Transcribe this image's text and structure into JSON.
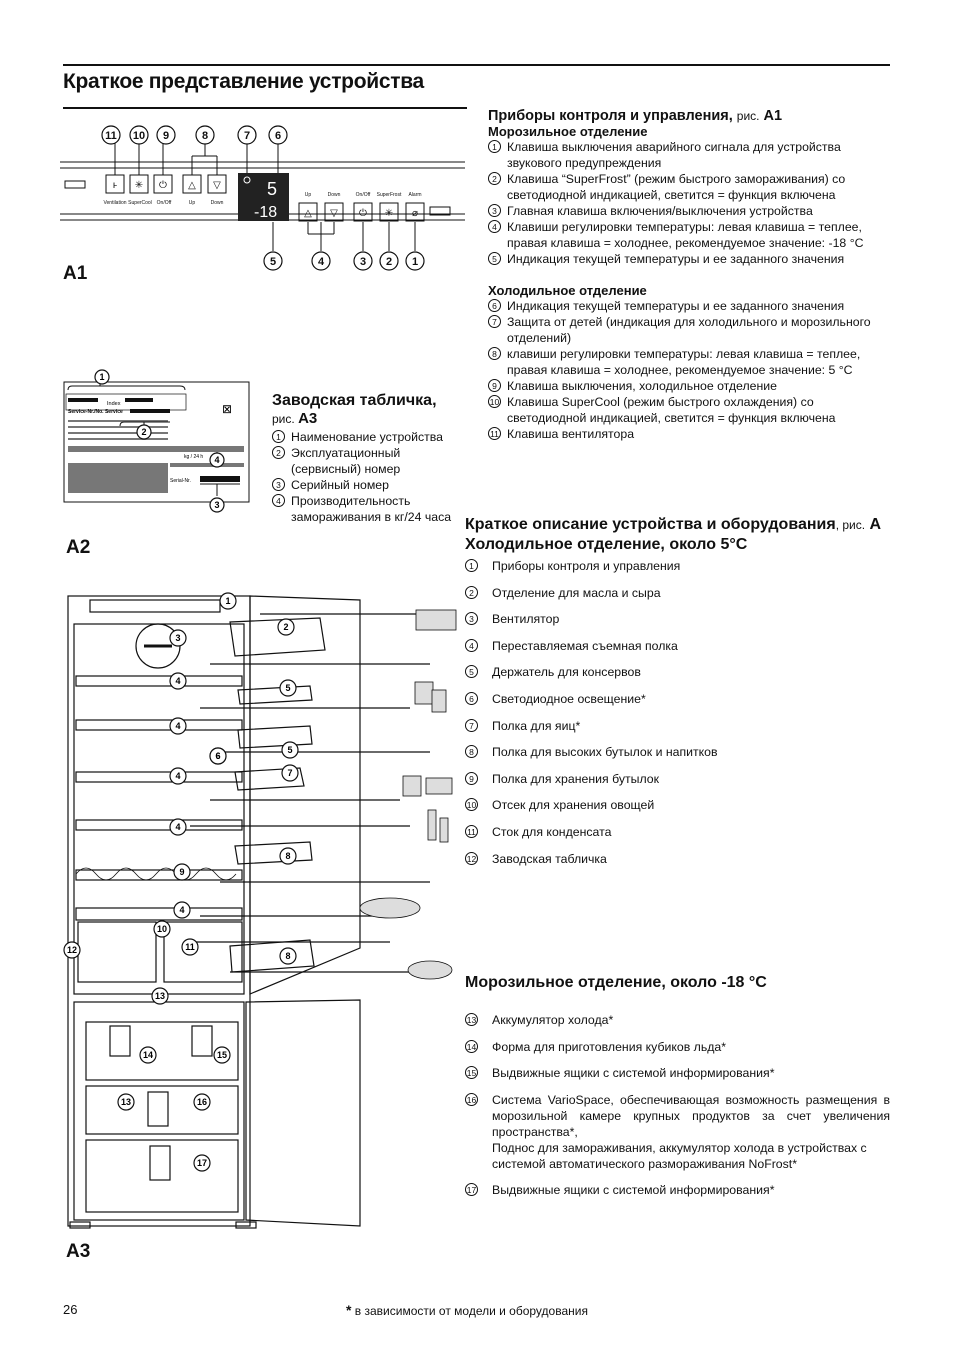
{
  "page": {
    "title": "Краткое представление устройства",
    "number": "26",
    "footnote_star": "*",
    "footnote_text": "в зависимости от модели и оборудования"
  },
  "a1": {
    "label": "A1",
    "top_numbers": [
      "11",
      "10",
      "9",
      "8",
      "7",
      "6"
    ],
    "bottom_numbers": [
      "5",
      "4",
      "3",
      "2",
      "1"
    ],
    "button_labels_left": [
      "Ventilation",
      "SuperCool",
      "On/Off",
      "Up",
      "Down"
    ],
    "button_labels_right": [
      "Up",
      "Down",
      "On/Off",
      "SuperFrost",
      "Alarm"
    ],
    "display_fridge": "5",
    "display_freezer": "-18",
    "heading": "Приборы контроля и управления,",
    "heading_small": "рис.",
    "heading_ref": "A1",
    "freezer_title": "Морозильное отделение",
    "freezer_items": [
      {
        "n": "1",
        "text": "Клавиша выключения аварийного сигнала для устройства звукового предупреждения"
      },
      {
        "n": "2",
        "text": "Клавиша “SuperFrost” (режим быстрого замораживания) со светодиодной индикацией, светится = функция включена"
      },
      {
        "n": "3",
        "text": "Главная клавиша включения/выключения устройства"
      },
      {
        "n": "4",
        "text": "Клавиши регулировки температуры: левая клавиша = теплее, правая клавиша = холоднее, рекомендуемое значение: -18 °C"
      },
      {
        "n": "5",
        "text": "Индикация текущей температуры и ее заданного значения"
      }
    ],
    "fridge_title": "Холодильное отделение",
    "fridge_items": [
      {
        "n": "6",
        "text": "Индикация текущей температуры и ее заданного значения"
      },
      {
        "n": "7",
        "text": "Защита от детей (индикация для холодильного и морозильного отделений)"
      },
      {
        "n": "8",
        "text": "клавиши регулировки температуры: левая клавиша = теплее, правая клавиша = холоднее, рекомендуемое значение: 5 °C"
      },
      {
        "n": "9",
        "text": "Клавиша выключения, холодильное отделение"
      },
      {
        "n": "10",
        "text": "Клавиша SuperCool (режим быстрого охлаждения) со светодиодной индикацией, светится = функция включена"
      },
      {
        "n": "11",
        "text": "Клавиша вентилятора"
      }
    ]
  },
  "a2": {
    "label": "A2",
    "heading": "Заводская табличка",
    "heading_small": "рис.",
    "heading_ref": "A3",
    "plate_index": "Index",
    "plate_service": "Service-Nr./No. Service",
    "plate_serial": "Serial-Nr.",
    "plate_kg": "kg / 24 h",
    "items": [
      {
        "n": "1",
        "text": "Наименование устройства"
      },
      {
        "n": "2",
        "text": "Эксплуатационный (сервисный) номер"
      },
      {
        "n": "3",
        "text": "Серийный номер"
      },
      {
        "n": "4",
        "text": "Производительность замораживания в кг/24 часа"
      }
    ]
  },
  "a3": {
    "label": "A3",
    "heading": "Краткое описание устройства и оборудования",
    "heading_small": "рис.",
    "heading_ref": "A",
    "fridge_title": "Холодильное отделение, около 5°С",
    "fridge_items": [
      {
        "n": "1",
        "text": "Приборы контроля и управления"
      },
      {
        "n": "2",
        "text": "Отделение для масла и сыра"
      },
      {
        "n": "3",
        "text": "Вентилятор"
      },
      {
        "n": "4",
        "text": "Переставляемая съемная полка"
      },
      {
        "n": "5",
        "text": "Держатель для консервов"
      },
      {
        "n": "6",
        "text": "Светодиодное освещение*"
      },
      {
        "n": "7",
        "text": "Полка для яиц*"
      },
      {
        "n": "8",
        "text": "Полка для высоких бутылок и напитков"
      },
      {
        "n": "9",
        "text": "Полка для хранения бутылок"
      },
      {
        "n": "10",
        "text": "Отсек для хранения овощей"
      },
      {
        "n": "11",
        "text": "Сток для конденсата"
      },
      {
        "n": "12",
        "text": "Заводская табличка"
      }
    ],
    "freezer_title": "Морозильное отделение, около -18 °С",
    "freezer_items": [
      {
        "n": "13",
        "text": "Аккумулятор холода*"
      },
      {
        "n": "14",
        "text": "Форма для приготовления кубиков льда*"
      },
      {
        "n": "15",
        "text": "Выдвижные ящики с системой информирования*"
      },
      {
        "n": "16",
        "text": "Система VarioSpace, обеспечивающая возможность размещения в морозильной камере крупных продуктов за счет увеличения пространства*,"
      },
      {
        "n": "17",
        "text": "Выдвижные ящики с системой информирования*"
      }
    ],
    "freezer_item16_extra": "Поднос для замораживания, аккумулятор холода в устройствах с системой автоматического размораживания NoFrost*",
    "callouts": [
      "1",
      "2",
      "3",
      "4",
      "5",
      "4",
      "6",
      "5",
      "6",
      "7",
      "4",
      "4",
      "8",
      "9",
      "4",
      "10",
      "11",
      "12",
      "8",
      "13",
      "14",
      "15",
      "13",
      "16",
      "17"
    ]
  }
}
